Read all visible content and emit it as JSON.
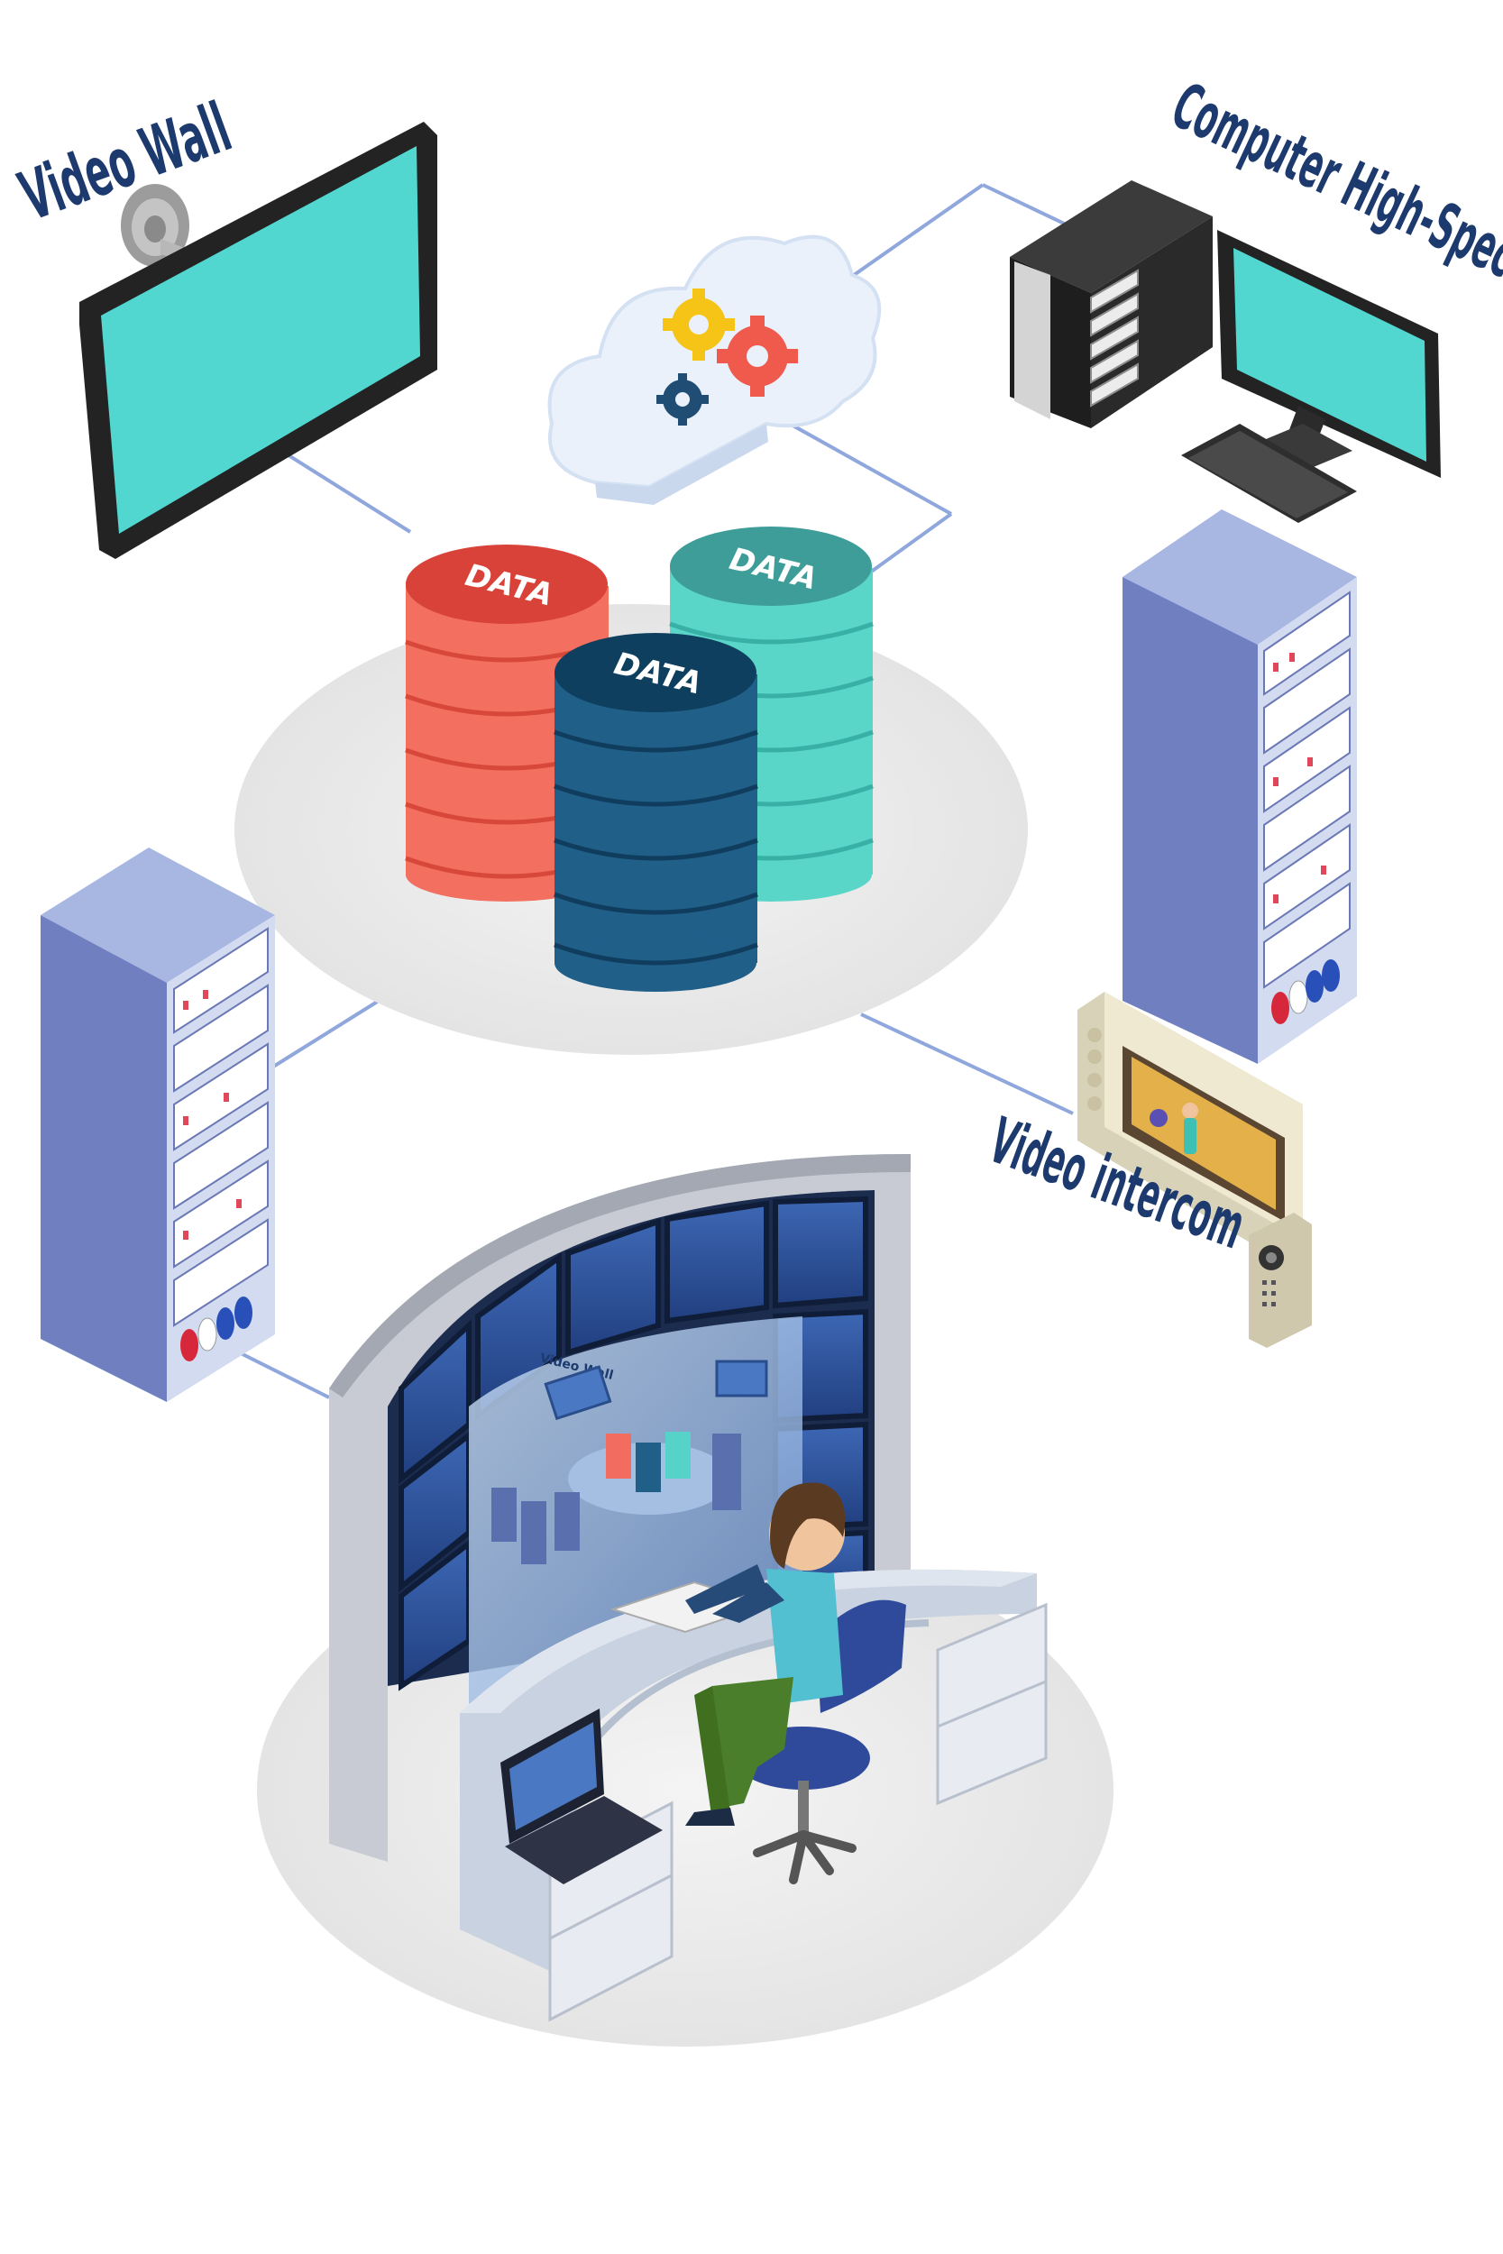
{
  "labels": {
    "video_wall": "Video Wall",
    "computer": "Computer High-Spec",
    "intercom": "Video intercom"
  },
  "db_labels": [
    "DATA",
    "DATA",
    "DATA"
  ],
  "panel_mini_label": "Video Wall",
  "colors": {
    "label": "#1d3a6e",
    "screen": "#52d6d0",
    "rack": "#6f7fc0",
    "db_red": "#f06a5b",
    "db_teal": "#56d3c8",
    "db_navy": "#1f5f88",
    "connector": "#8fa7dc"
  }
}
